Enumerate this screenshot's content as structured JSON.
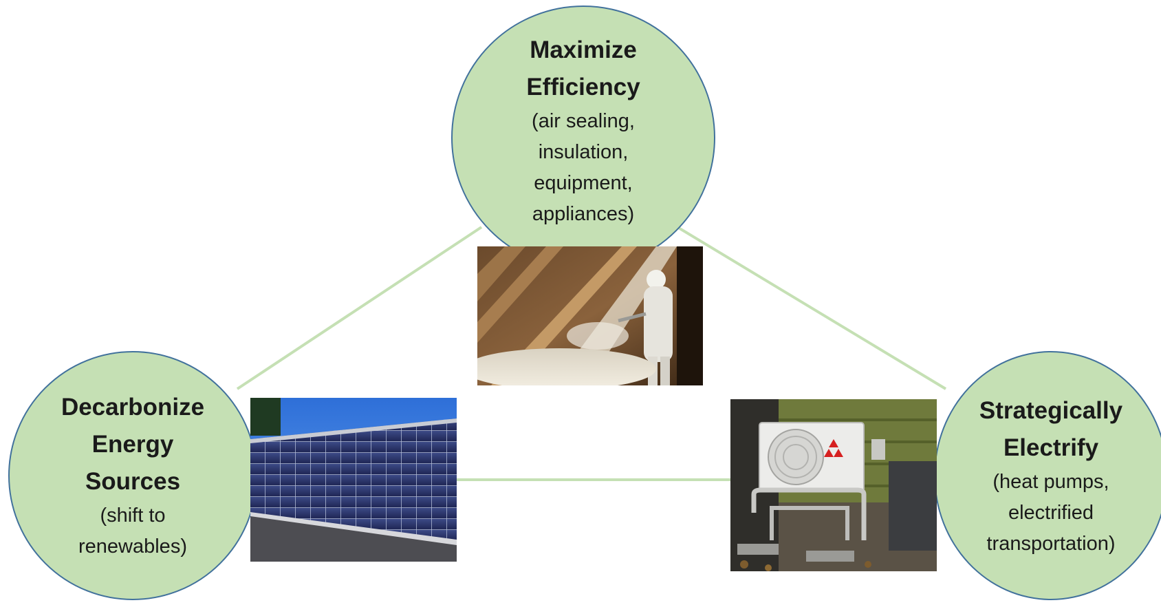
{
  "nodes": {
    "efficiency": {
      "title_line1": "Maximize",
      "title_line2": "Efficiency",
      "sub_line1": "(air sealing,",
      "sub_line2": "insulation,",
      "sub_line3": "equipment,",
      "sub_line4": "appliances)"
    },
    "decarbonize": {
      "title_line1": "Decarbonize",
      "title_line2": "Energy",
      "title_line3": "Sources",
      "sub_line1": "(shift to",
      "sub_line2": "renewables)"
    },
    "electrify": {
      "title_line1": "Strategically",
      "title_line2": "Electrify",
      "sub_line1": "(heat pumps,",
      "sub_line2": "electrified",
      "sub_line3": "transportation)"
    }
  },
  "colors": {
    "circle_fill": "#c5e0b4",
    "circle_border": "#41719c",
    "connector": "#c5e0b4"
  },
  "photos": {
    "insulation": "attic-insulation-photo",
    "solar": "solar-panels-photo",
    "heatpump": "heat-pump-unit-photo"
  }
}
